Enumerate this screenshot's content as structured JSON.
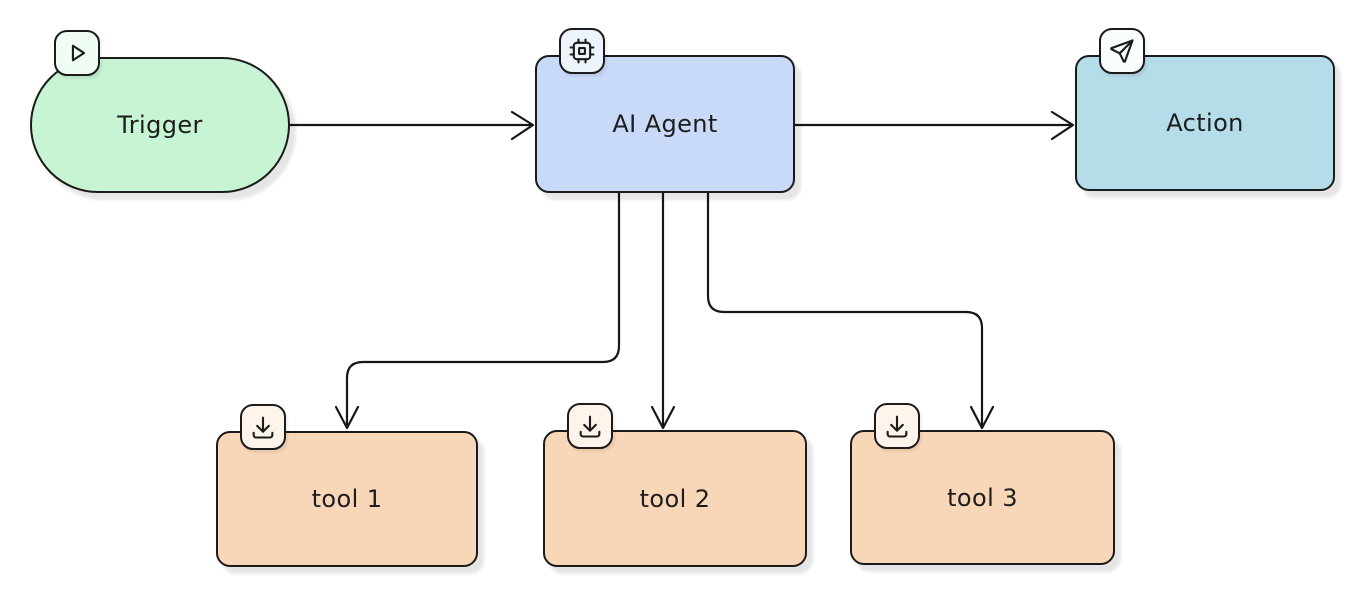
{
  "diagram": {
    "type": "flowchart",
    "background": "#ffffff",
    "edge_color": "#161616",
    "nodes": {
      "trigger": {
        "label": "Trigger",
        "icon": "play-icon",
        "shape": "stadium",
        "fill": "#c7f4d2",
        "badge_fill": "#effdf3"
      },
      "agent": {
        "label": "AI Agent",
        "icon": "cpu-icon",
        "shape": "rounded-rectangle",
        "fill": "#c9daf8",
        "badge_fill": "#edf3fb"
      },
      "action": {
        "label": "Action",
        "icon": "send-icon",
        "shape": "rounded-rectangle",
        "fill": "#b5dce9",
        "badge_fill": "#fafdfd"
      },
      "tool1": {
        "label": "tool 1",
        "icon": "download-icon",
        "shape": "rounded-rectangle",
        "fill": "#f8d7b8",
        "badge_fill": "#fdf4ec"
      },
      "tool2": {
        "label": "tool 2",
        "icon": "download-icon",
        "shape": "rounded-rectangle",
        "fill": "#f8d7b8",
        "badge_fill": "#fdf4ec"
      },
      "tool3": {
        "label": "tool 3",
        "icon": "download-icon",
        "shape": "rounded-rectangle",
        "fill": "#f8d7b8",
        "badge_fill": "#fdf4ec"
      }
    },
    "edges": [
      {
        "from": "trigger",
        "to": "agent",
        "style": "arrow"
      },
      {
        "from": "agent",
        "to": "action",
        "style": "arrow"
      },
      {
        "from": "agent",
        "to": "tool1",
        "style": "arrow"
      },
      {
        "from": "agent",
        "to": "tool2",
        "style": "arrow"
      },
      {
        "from": "agent",
        "to": "tool3",
        "style": "arrow"
      }
    ]
  }
}
